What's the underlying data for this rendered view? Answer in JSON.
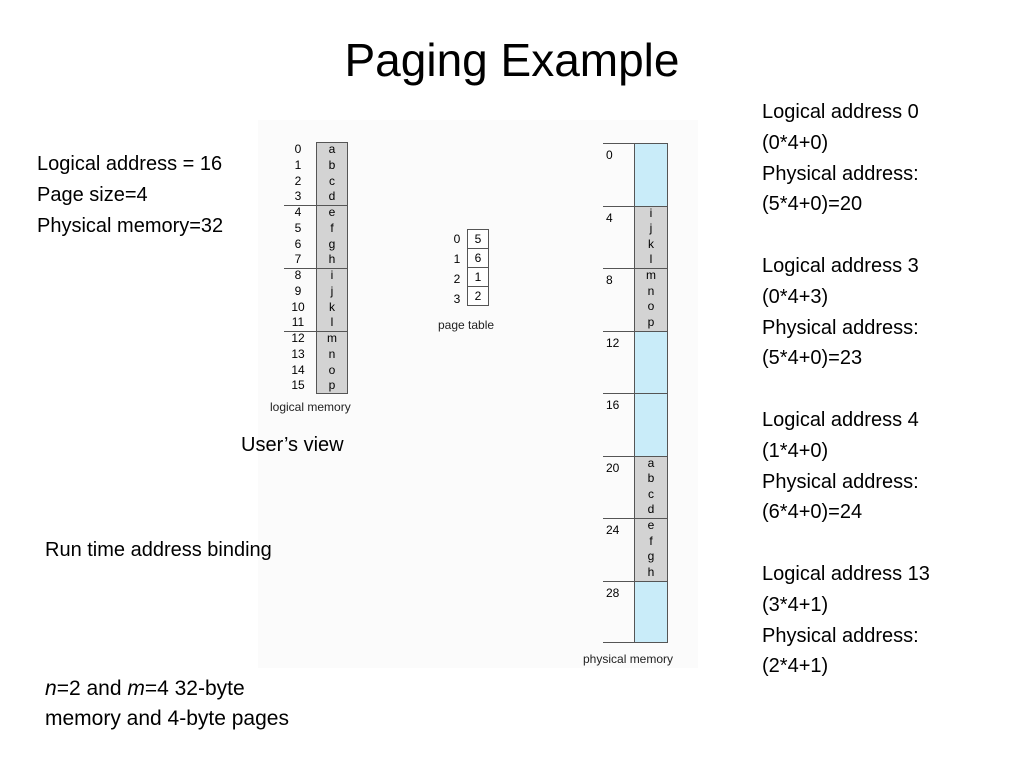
{
  "title": "Paging Example",
  "info_lines": [
    "Logical  address = 16",
    "Page size=4",
    "Physical memory=32"
  ],
  "users_view": "User’s view",
  "runtime_binding": "Run time address binding",
  "bottom_note": {
    "n_var": "n",
    "n_val": "=2 and ",
    "m_var": "m",
    "m_val": "=4   32-byte",
    "line2": "memory and 4-byte pages"
  },
  "notes": [
    {
      "line1": "Logical address 0",
      "line2": "(0*4+0)",
      "line3": "Physical address:",
      "line4": "(5*4+0)=20"
    },
    {
      "line1": "Logical address 3",
      "line2": "(0*4+3)",
      "line3": "Physical address:",
      "line4": "(5*4+0)=23"
    },
    {
      "line1": "Logical address 4",
      "line2": "(1*4+0)",
      "line3": "Physical address:",
      "line4": "(6*4+0)=24"
    },
    {
      "line1": "Logical address 13",
      "line2": "(3*4+1)",
      "line3": "Physical address:",
      "line4": "(2*4+1)"
    }
  ],
  "logical_memory": {
    "caption": "logical memory",
    "addresses": [
      "0",
      "1",
      "2",
      "3",
      "4",
      "5",
      "6",
      "7",
      "8",
      "9",
      "10",
      "11",
      "12",
      "13",
      "14",
      "15"
    ],
    "contents": [
      "a",
      "b",
      "c",
      "d",
      "e",
      "f",
      "g",
      "h",
      "i",
      "j",
      "k",
      "l",
      "m",
      "n",
      "o",
      "p"
    ]
  },
  "page_table": {
    "caption": "page table",
    "indices": [
      "0",
      "1",
      "2",
      "3"
    ],
    "frames": [
      "5",
      "6",
      "1",
      "2"
    ]
  },
  "physical_memory": {
    "caption": "physical memory",
    "frame_addresses": [
      "0",
      "4",
      "8",
      "12",
      "16",
      "20",
      "24",
      "28"
    ],
    "frame_contents": [
      [],
      [
        "i",
        "j",
        "k",
        "l"
      ],
      [
        "m",
        "n",
        "o",
        "p"
      ],
      [],
      [],
      [
        "a",
        "b",
        "c",
        "d"
      ],
      [
        "e",
        "f",
        "g",
        "h"
      ],
      []
    ]
  },
  "colors": {
    "free_frame": "#c9ecf9",
    "used_frame": "#d3d3d3"
  }
}
